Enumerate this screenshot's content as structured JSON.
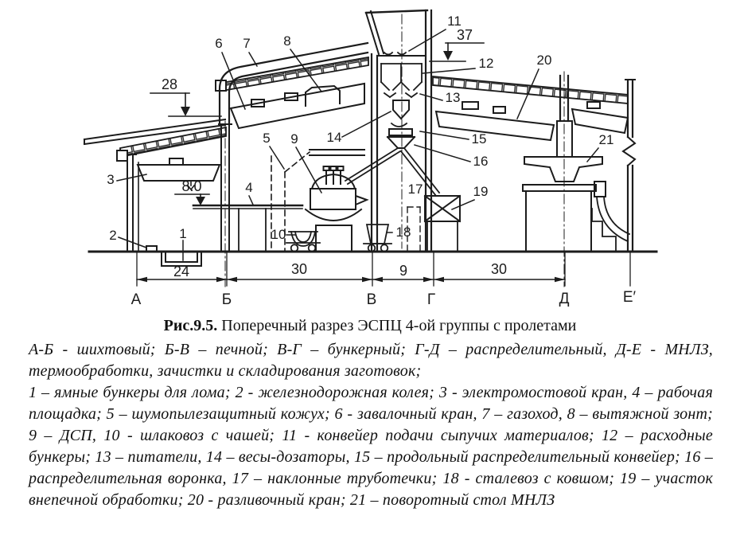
{
  "figure": {
    "caption": {
      "prefix": "Рис.9.5.",
      "text": " Поперечный разрез ЭСПЦ 4-ой группы с пролетами"
    },
    "legend": {
      "bays": "А-Б - шихтовый; Б-В – печной; В-Г – бункерный; Г-Д – распределительный, Д-Е - МНЛЗ, термообработки, зачистки и складирования заготовок;",
      "items": "1 – ямные бункеры для лома; 2 - железнодорожная колея; 3 - электромостовой кран, 4 – рабочая площадка; 5 – шумопылезащитный кожух; 6 - завалочный кран, 7 – газоход, 8 – вытяжной зонт; 9 – ДСП, 10 - шлаковоз с чашей; 11 - конвейер подачи сыпучих материалов; 12 – расходные бункеры; 13 – питатели, 14 – весы-дозаторы, 15 – продольный распределительный конвейер; 16 – распределительная воронка, 17 – наклонные труботечки; 18 - сталевоз с ковшом; 19 – участок внепечной обработки; 20 - разливочный кран; 21 – поворотный стол МНЛЗ"
    }
  },
  "diagram": {
    "colors": {
      "ink": "#1c1c1c",
      "paper": "#ffffff"
    },
    "labels": {
      "n1": "1",
      "n2": "2",
      "n3": "3",
      "n4": "4",
      "n5": "5",
      "n6": "6",
      "n7": "7",
      "n8": "8",
      "n9": "9",
      "n10": "10",
      "n11": "11",
      "n12": "12",
      "n13": "13",
      "n14": "14",
      "n15": "15",
      "n16": "16",
      "n17": "17",
      "n18": "18",
      "n19": "19",
      "n20": "20",
      "n21": "21"
    },
    "elevations": {
      "e28": "28",
      "e37": "37",
      "e80": "8.0"
    },
    "dimensions": {
      "ab": "24",
      "bv": "30",
      "vg": "9",
      "gd": "30"
    },
    "axes": {
      "a": "А",
      "b": "Б",
      "v": "В",
      "g": "Г",
      "d": "Д",
      "e": "Е′"
    }
  }
}
